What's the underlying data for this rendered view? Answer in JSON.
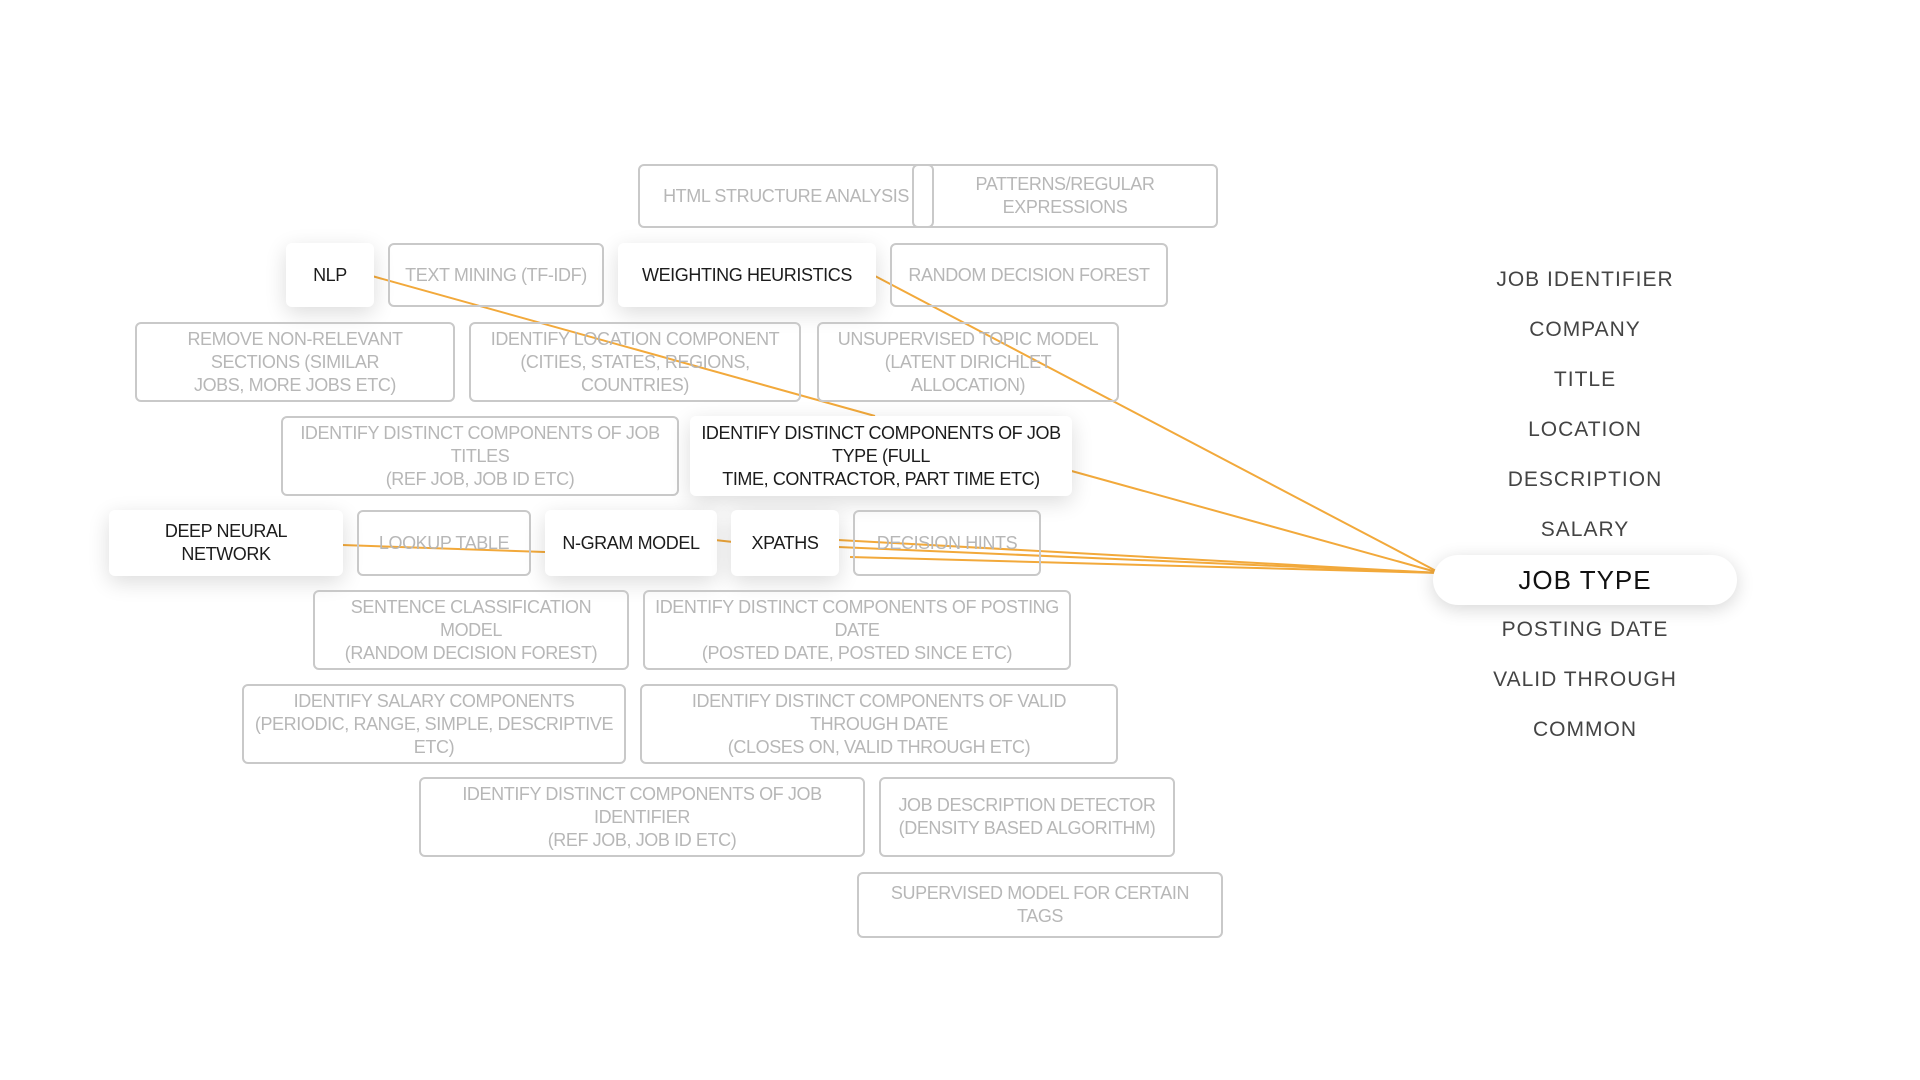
{
  "techniques": {
    "html_structure": "HTML STRUCTURE ANALYSIS",
    "patterns": "PATTERNS/REGULAR EXPRESSIONS",
    "nlp": "NLP",
    "text_mining": "TEXT MINING (TF-IDF)",
    "weighting": "WEIGHTING HEURISTICS",
    "random_forest": "RANDOM DECISION FOREST",
    "remove_sections": [
      "REMOVE NON-RELEVANT SECTIONS (SIMILAR",
      "JOBS, MORE JOBS ETC)"
    ],
    "location_component": [
      "IDENTIFY LOCATION COMPONENT",
      "(CITIES, STATES, REGIONS, COUNTRIES)"
    ],
    "topic_model": [
      "UNSUPERVISED TOPIC MODEL",
      "(LATENT DIRICHLET ALLOCATION)"
    ],
    "job_titles": [
      "IDENTIFY DISTINCT COMPONENTS OF JOB TITLES",
      "(REF JOB, JOB ID ETC)"
    ],
    "job_type": [
      "IDENTIFY DISTINCT COMPONENTS OF JOB TYPE (FULL",
      "TIME, CONTRACTOR, PART TIME ETC)"
    ],
    "deep_nn": "DEEP NEURAL NETWORK",
    "lookup": "LOOKUP TABLE",
    "ngram": "N-GRAM MODEL",
    "xpaths": "XPATHS",
    "decision_hints": "DECISION HINTS",
    "sentence_class": [
      "SENTENCE CLASSIFICATION MODEL",
      "(RANDOM DECISION FOREST)"
    ],
    "posting_date": [
      "IDENTIFY DISTINCT COMPONENTS OF POSTING DATE",
      "(POSTED DATE, POSTED SINCE ETC)"
    ],
    "salary": [
      "IDENTIFY SALARY COMPONENTS",
      "(PERIODIC, RANGE, SIMPLE, DESCRIPTIVE ETC)"
    ],
    "valid_through": [
      "IDENTIFY DISTINCT COMPONENTS OF VALID THROUGH DATE",
      "(CLOSES ON, VALID THROUGH ETC)"
    ],
    "job_identifier": [
      "IDENTIFY DISTINCT COMPONENTS OF JOB IDENTIFIER",
      "(REF JOB, JOB ID ETC)"
    ],
    "job_desc_detector": [
      "JOB DESCRIPTION DETECTOR",
      "(DENSITY BASED ALGORITHM)"
    ],
    "supervised": "SUPERVISED MODEL FOR CERTAIN TAGS"
  },
  "fields": [
    "JOB IDENTIFIER",
    "COMPANY",
    "TITLE",
    "LOCATION",
    "DESCRIPTION",
    "SALARY",
    "JOB TYPE",
    "POSTING DATE",
    "VALID THROUGH",
    "COMMON"
  ],
  "selected_field": "JOB TYPE",
  "colors": {
    "connector": "#f2a93b",
    "inactive_text": "#b7b7b7",
    "active_text": "#1c1c1c"
  }
}
